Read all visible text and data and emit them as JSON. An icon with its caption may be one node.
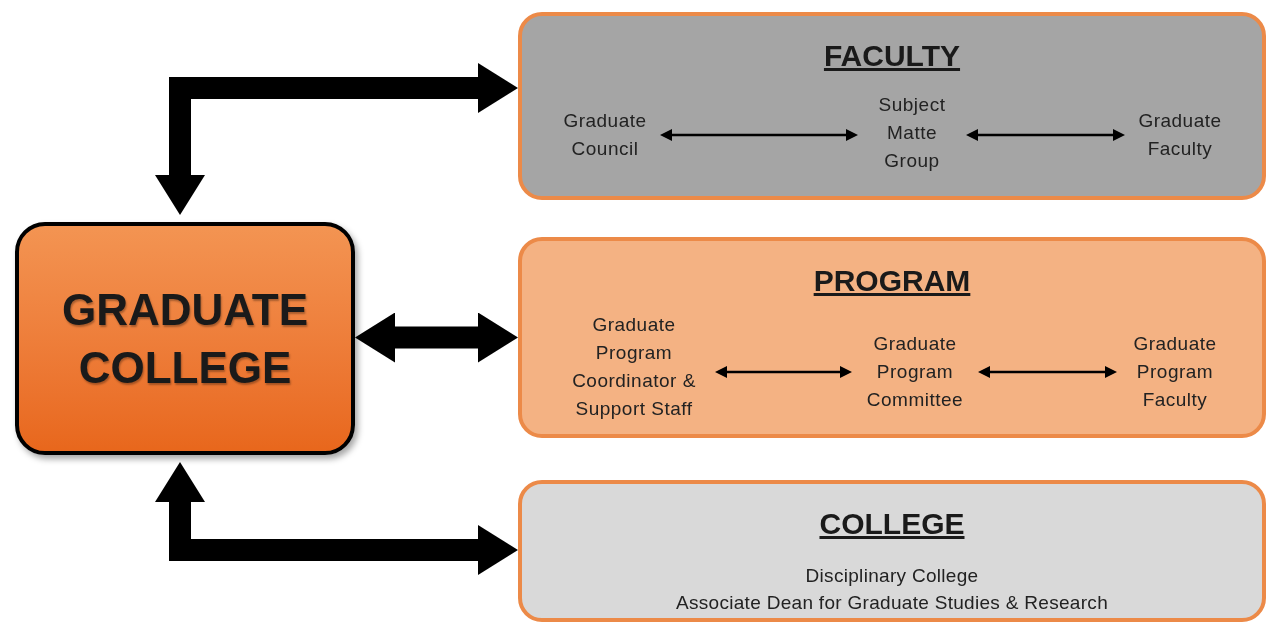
{
  "diagram": {
    "nodes": [
      {
        "text": [
          "GRADUATE COLLEGE"
        ]
      },
      {
        "text": [
          "FACULTY"
        ]
      },
      {
        "text": [
          "Graduate Council"
        ],
        "in": 1
      },
      {
        "text": [
          "Subject Matte Group"
        ],
        "in": 1
      },
      {
        "text": [
          "Graduate Faculty"
        ],
        "in": 1
      },
      {
        "text": [
          "PROGRAM"
        ]
      },
      {
        "text": [
          "Graduate Program Coordinator & Support Staff"
        ],
        "in": 5
      },
      {
        "text": [
          "Graduate Program Committee"
        ],
        "in": 5
      },
      {
        "text": [
          "Graduate Program Faculty"
        ],
        "in": 5
      },
      {
        "text": [
          "COLLEGE",
          "Disciplinary College",
          "Associate Dean for Graduate Studies & Research"
        ]
      }
    ],
    "edges": [
      {
        "from": 0,
        "to": 1,
        "arrow": "both",
        "style": "thick"
      },
      {
        "from": 0,
        "to": 5,
        "arrow": "both",
        "style": "thick"
      },
      {
        "from": 0,
        "to": 9,
        "arrow": "both",
        "style": "thick"
      },
      {
        "from": 2,
        "to": 3,
        "arrow": "both"
      },
      {
        "from": 3,
        "to": 4,
        "arrow": "both"
      },
      {
        "from": 6,
        "to": 7,
        "arrow": "both"
      },
      {
        "from": 7,
        "to": 8,
        "arrow": "both"
      }
    ]
  }
}
